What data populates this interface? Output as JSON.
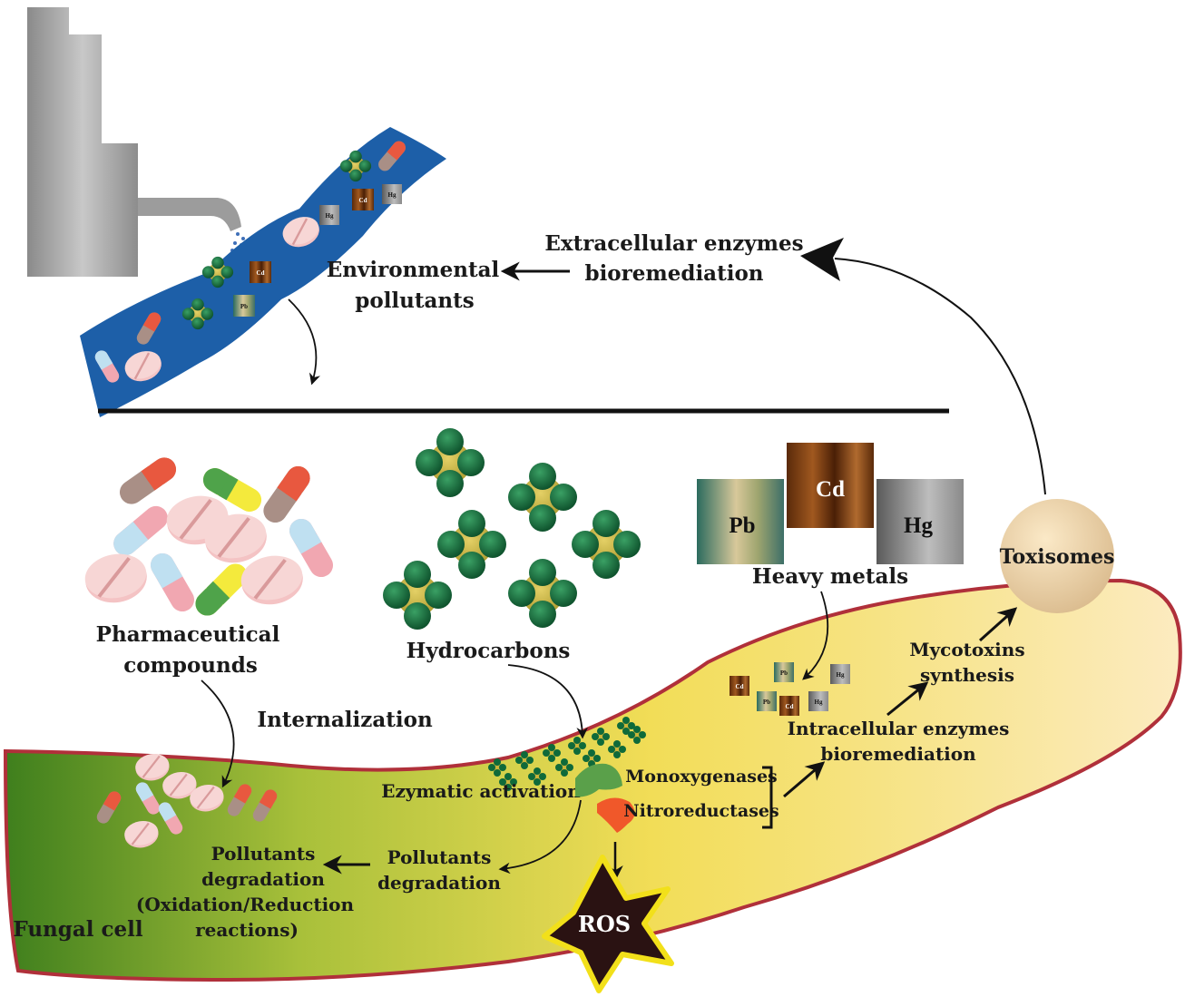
{
  "labels": {
    "environmental_pollutants": [
      "Environmental",
      "pollutants"
    ],
    "extracellular_enzymes": [
      "Extracellular enzymes",
      "bioremediation"
    ],
    "pharmaceutical_compounds": [
      "Pharmaceutical",
      "compounds"
    ],
    "hydrocarbons": "Hydrocarbons",
    "heavy_metals": "Heavy metals",
    "toxisomes": "Toxisomes",
    "internalization": "Internalization",
    "mycotoxins_synthesis": [
      "Mycotoxins",
      "synthesis"
    ],
    "intracellular_enzymes": [
      "Intracellular enzymes",
      "bioremediation"
    ],
    "enzymatic_activation": "Ezymatic activation",
    "monoxygenases": "Monoxygenases",
    "nitroreductases": "Nitroreductases",
    "pollutants_degradation_center": [
      "Pollutants",
      "degradation"
    ],
    "pollutants_degradation_left": [
      "Pollutants",
      "degradation",
      "(Oxidation/Reduction",
      "reactions)"
    ],
    "fungal_cell": "Fungal cell",
    "ros": "ROS"
  },
  "metals": {
    "pb": "Pb",
    "cd": "Cd",
    "hg": "Hg"
  },
  "colors": {
    "river": "#1d5fa8",
    "factory": "#9a9a9a",
    "cell_left": "#4a8a22",
    "cell_right": "#fbe7b0",
    "cell_border": "#b0303a",
    "molecule_core": "#c9b43a",
    "molecule_atom": "#0f6a3a",
    "ros_star": "#2a1212",
    "ros_outline": "#f2e01a",
    "toxisome": "#f2d7a8"
  }
}
